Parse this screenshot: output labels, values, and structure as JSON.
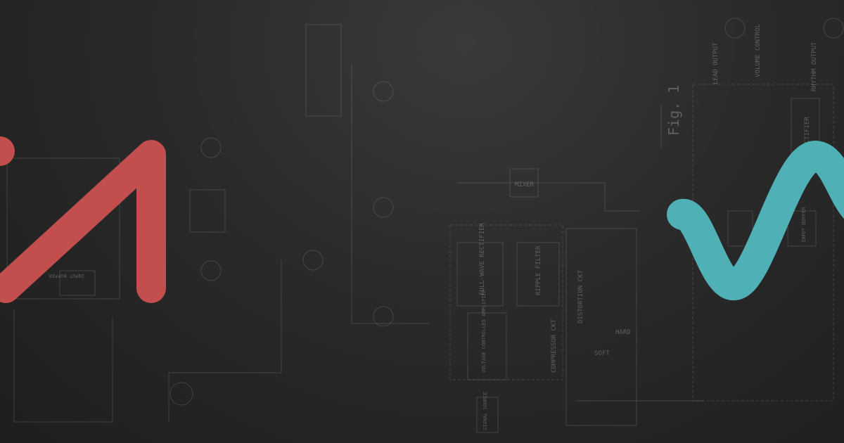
{
  "schematic": {
    "fig_label": "Fig. 1",
    "blocks": {
      "mixer": "MIXER",
      "rectifier": "FULL-WAVE RECTIFIER",
      "ripple": "RIPPLE FILTER",
      "vca": "VOLTAGE CONTROLLED AMPLIFIER",
      "compressor": "COMPRESSOR CKT",
      "distortion": "DISTORTION CKT",
      "signal_source": "SIGNAL SOURCE",
      "input_buffer_left": "INPUT BUFFER",
      "soft": "SOFT",
      "hard": "HARD",
      "lead_output": "LEAD OUTPUT",
      "rhythm_output": "RHYTHM OUTPUT",
      "volume_control": "VOLUME CONTROL",
      "rectifier_right": "RECTIFIER",
      "input_buffer_right": "INPUT BUFFER"
    }
  },
  "colors": {
    "red_mark": "#c24e4e",
    "teal_mark": "#4fb0b6",
    "background": "#2a2a2a"
  }
}
